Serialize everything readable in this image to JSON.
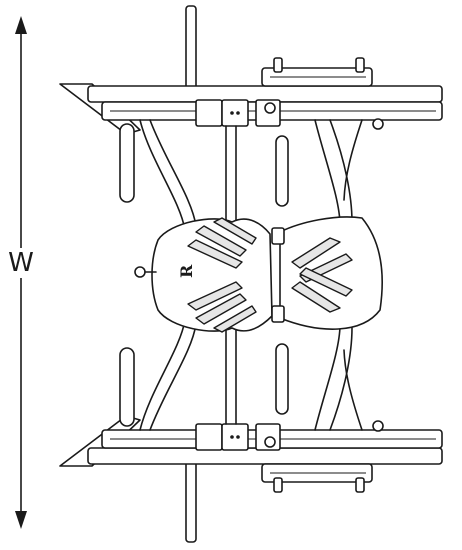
{
  "dimension": {
    "label": "W",
    "orientation": "vertical",
    "arrows": "both-ends"
  },
  "diagram": {
    "line_color": "#1a1a1a",
    "background": "#ffffff",
    "emblem_text": "R"
  }
}
